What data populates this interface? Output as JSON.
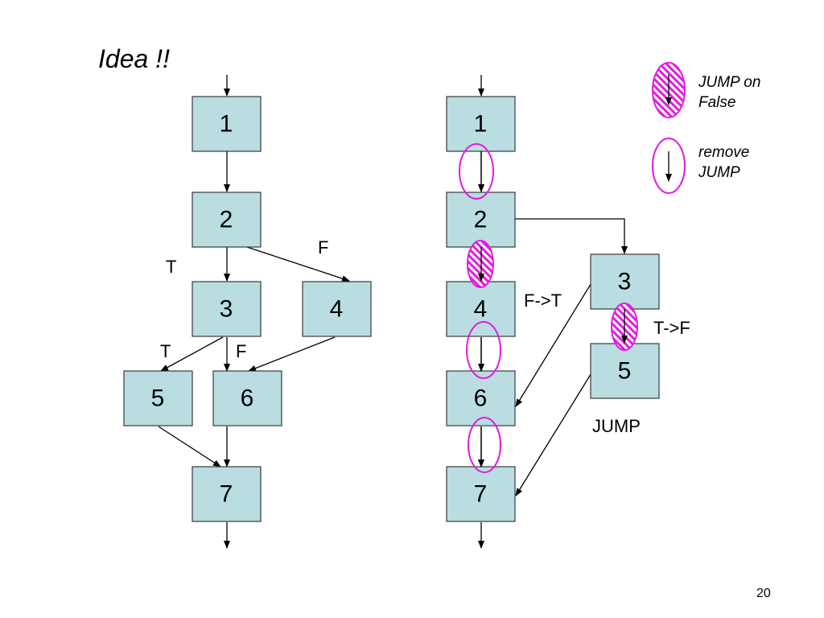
{
  "title": "Idea !!",
  "page_number": "20",
  "left_graph": {
    "nodes": [
      {
        "id": "L1",
        "label": "1"
      },
      {
        "id": "L2",
        "label": "2"
      },
      {
        "id": "L3",
        "label": "3"
      },
      {
        "id": "L4",
        "label": "4"
      },
      {
        "id": "L5",
        "label": "5"
      },
      {
        "id": "L6",
        "label": "6"
      },
      {
        "id": "L7",
        "label": "7"
      }
    ],
    "edges": [
      {
        "from": "entry",
        "to": "L1"
      },
      {
        "from": "L1",
        "to": "L2"
      },
      {
        "from": "L2",
        "to": "L3",
        "label": "T"
      },
      {
        "from": "L2",
        "to": "L4",
        "label": "F"
      },
      {
        "from": "L3",
        "to": "L5",
        "label": "T"
      },
      {
        "from": "L3",
        "to": "L6",
        "label": "F"
      },
      {
        "from": "L4",
        "to": "L6"
      },
      {
        "from": "L5",
        "to": "L7"
      },
      {
        "from": "L6",
        "to": "L7"
      },
      {
        "from": "L7",
        "to": "exit"
      }
    ]
  },
  "right_graph": {
    "nodes": [
      {
        "id": "R1",
        "label": "1"
      },
      {
        "id": "R2",
        "label": "2"
      },
      {
        "id": "R4",
        "label": "4"
      },
      {
        "id": "R6",
        "label": "6"
      },
      {
        "id": "R7",
        "label": "7"
      },
      {
        "id": "R3",
        "label": "3"
      },
      {
        "id": "R5",
        "label": "5"
      }
    ],
    "edges": [
      {
        "from": "entry",
        "to": "R1"
      },
      {
        "from": "R1",
        "to": "R2",
        "marker": "remove JUMP"
      },
      {
        "from": "R2",
        "to": "R4",
        "marker": "JUMP on False"
      },
      {
        "from": "R4",
        "to": "R6",
        "marker": "remove JUMP"
      },
      {
        "from": "R6",
        "to": "R7",
        "marker": "remove JUMP"
      },
      {
        "from": "R2",
        "to": "R3"
      },
      {
        "from": "R3",
        "to": "R5",
        "marker": "JUMP on False"
      },
      {
        "from": "R3",
        "to": "R6"
      },
      {
        "from": "R5",
        "to": "R7"
      },
      {
        "from": "R7",
        "to": "exit"
      }
    ],
    "annotations": {
      "f_to_t": "F->T",
      "t_to_f": "T->F",
      "jump": "JUMP"
    }
  },
  "legend": {
    "jump_on_false": {
      "line1": "JUMP on",
      "line2": "False"
    },
    "remove_jump": {
      "line1": "remove",
      "line2": "JUMP"
    }
  },
  "colors": {
    "node_fill": "#b9dde1",
    "marker": "#e21ce0"
  }
}
